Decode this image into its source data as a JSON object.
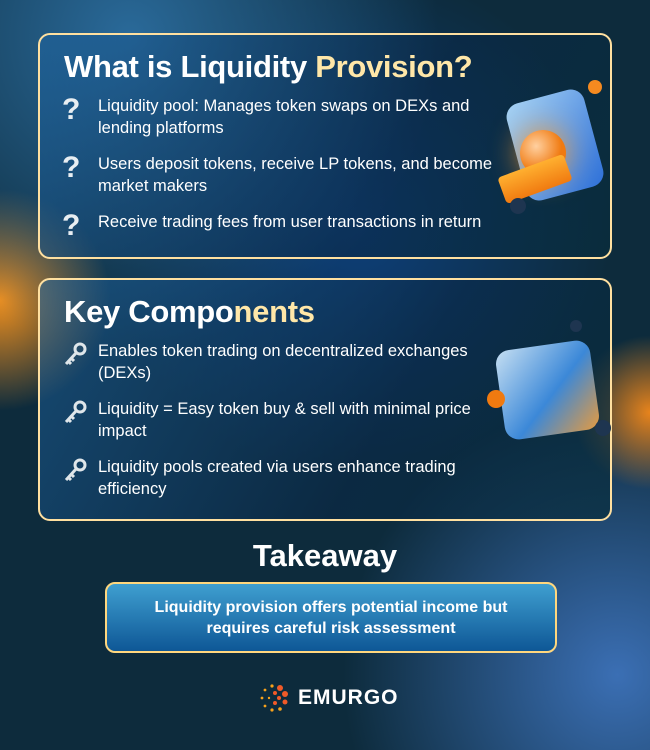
{
  "section1": {
    "title_main": "What is Liquidity ",
    "title_highlight": "Provision?",
    "items": [
      {
        "icon": "question-mark-icon",
        "text": "Liquidity pool: Manages token swaps on DEXs and lending platforms"
      },
      {
        "icon": "question-mark-icon",
        "text": "Users deposit tokens, receive LP tokens, and become market makers"
      },
      {
        "icon": "question-mark-icon",
        "text": "Receive trading fees from user transactions in return"
      }
    ]
  },
  "section2": {
    "title_main": "Key Compo",
    "title_highlight": "nents",
    "items": [
      {
        "icon": "key-icon",
        "text": "Enables token trading on decentralized exchanges (DEXs)"
      },
      {
        "icon": "key-icon",
        "text": "Liquidity = Easy token buy & sell with minimal price impact"
      },
      {
        "icon": "key-icon",
        "text": "Liquidity pools created via users enhance trading efficiency"
      }
    ]
  },
  "takeaway": {
    "title": "Takeaway",
    "text": "Liquidity provision offers potential income but requires careful risk assessment"
  },
  "logo": {
    "text": "EMURGO"
  },
  "colors": {
    "highlight": "#ffe7a8",
    "border": "#ffe0a0",
    "orange": "#f39019"
  }
}
